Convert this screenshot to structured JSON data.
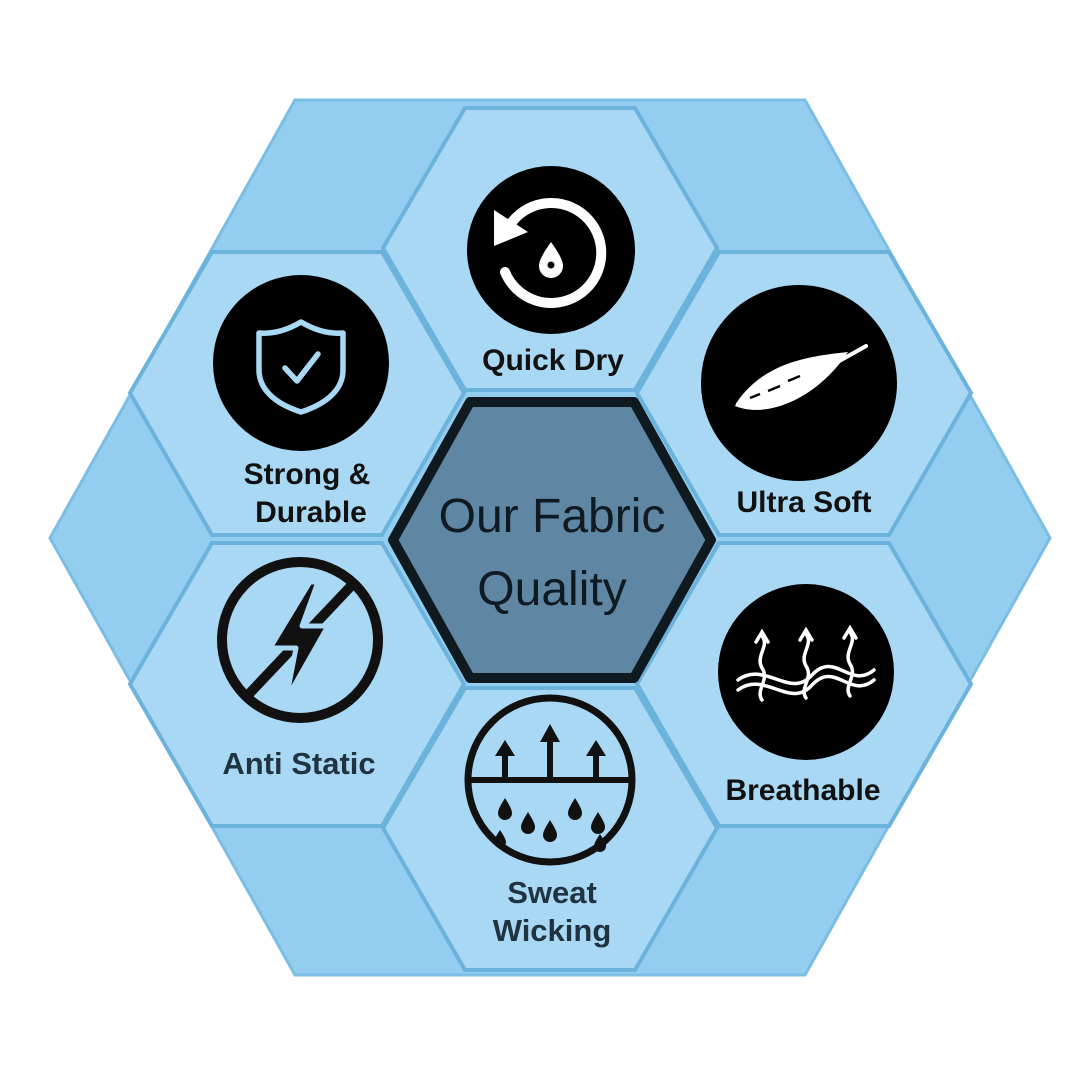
{
  "center": {
    "line1": "Our Fabric",
    "line2": "Quality"
  },
  "features": [
    {
      "key": "quick-dry",
      "label_lines": [
        "Quick Dry"
      ],
      "icon": "quick-dry-icon"
    },
    {
      "key": "ultra-soft",
      "label_lines": [
        "Ultra Soft"
      ],
      "icon": "feather-icon"
    },
    {
      "key": "breathable",
      "label_lines": [
        "Breathable"
      ],
      "icon": "breathable-waves-icon"
    },
    {
      "key": "sweat-wicking",
      "label_lines": [
        "Sweat",
        "Wicking"
      ],
      "icon": "sweat-wicking-icon"
    },
    {
      "key": "anti-static",
      "label_lines": [
        "Anti Static"
      ],
      "icon": "anti-static-icon"
    },
    {
      "key": "strong-durable",
      "label_lines": [
        "Strong &",
        "Durable"
      ],
      "icon": "shield-check-icon"
    }
  ],
  "colors": {
    "outer": "#93cdef",
    "tile": "#a9d8f5",
    "tile_edge": "#6bb3dd",
    "center_fill": "#5f87a4",
    "center_border": "#0e1a20",
    "icon_bg": "#000000",
    "icon_fg": "#ffffff"
  }
}
